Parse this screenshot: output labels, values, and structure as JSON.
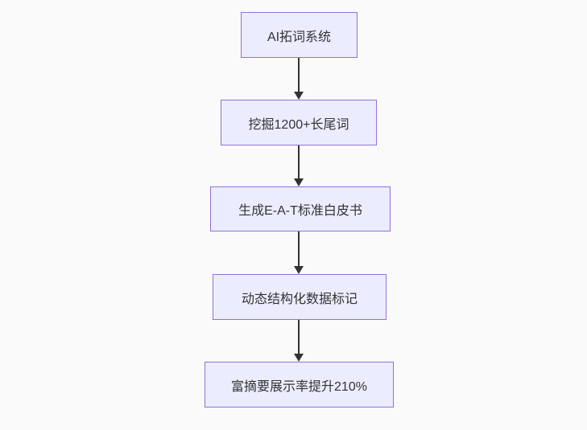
{
  "flowchart": {
    "type": "flowchart-vertical",
    "nodes": [
      {
        "label": "AI拓词系统"
      },
      {
        "label": "挖掘1200+长尾词"
      },
      {
        "label": "生成E-A-T标准白皮书"
      },
      {
        "label": "动态结构化数据标记"
      },
      {
        "label": "富摘要展示率提升210%"
      }
    ],
    "edges": [
      {
        "from": 0,
        "to": 1
      },
      {
        "from": 1,
        "to": 2
      },
      {
        "from": 2,
        "to": 3
      },
      {
        "from": 3,
        "to": 4
      }
    ],
    "colors": {
      "node_fill": "#ECECFF",
      "node_border": "#9370DB",
      "arrow": "#333333",
      "text": "#333333",
      "background": "#fafafa"
    }
  }
}
